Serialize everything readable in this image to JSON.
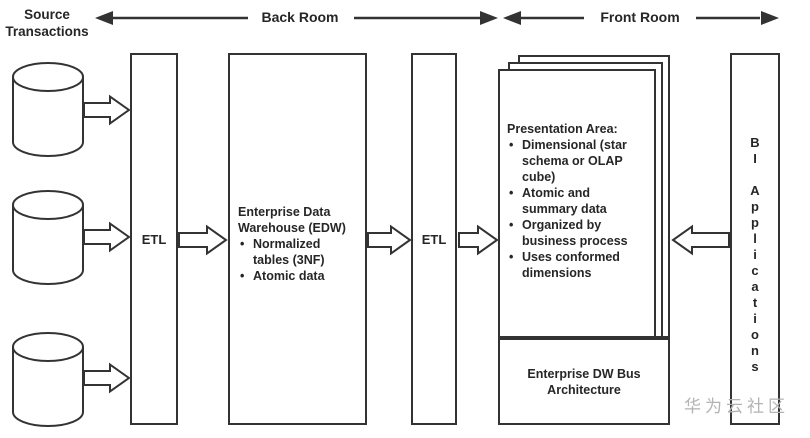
{
  "diagram": {
    "header": {
      "source_transactions": "Source Transactions",
      "back_room": "Back Room",
      "front_room": "Front Room"
    },
    "etl1": {
      "label": "ETL"
    },
    "etl2": {
      "label": "ETL"
    },
    "edw": {
      "title": "Enterprise Data Warehouse (EDW)",
      "bullets": [
        "Normalized tables (3NF)",
        "Atomic data"
      ]
    },
    "presentation": {
      "title": "Presentation Area:",
      "bullets": [
        "Dimensional (star schema or OLAP cube)",
        "Atomic and summary data",
        "Organized by business process",
        "Uses conformed dimensions"
      ]
    },
    "bus": {
      "label": "Enterprise DW Bus Architecture"
    },
    "bi": {
      "label": "BI Applications"
    },
    "watermark": "华为云社区",
    "icons": {
      "cylinders": "database-cylinder-icon",
      "flow_arrows": "flow-arrow-icon",
      "room_arrows": "double-headed-arrow-icon"
    },
    "colors": {
      "line": "#333333",
      "text": "#262626",
      "watermark": "#b3b3b3",
      "background": "#ffffff"
    }
  }
}
